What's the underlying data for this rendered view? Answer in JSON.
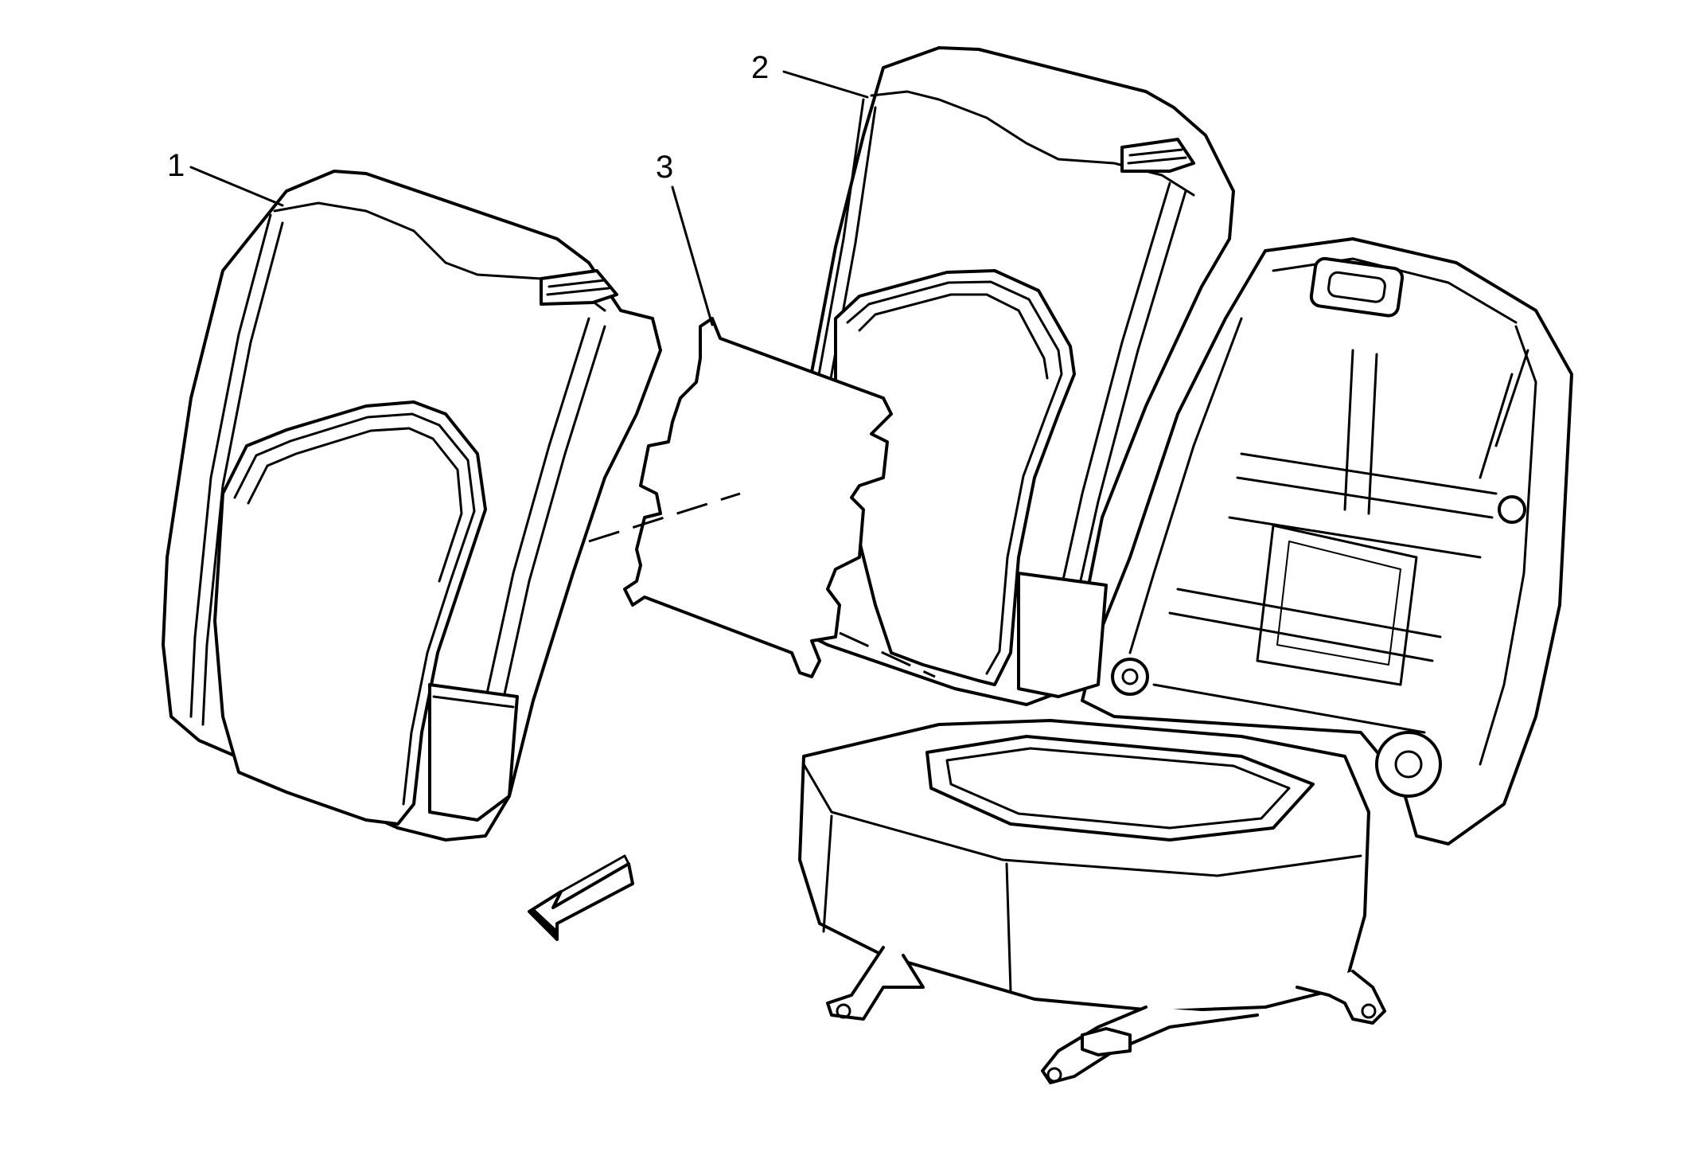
{
  "callouts": {
    "c1": "1",
    "c2": "2",
    "c3": "3"
  },
  "colors": {
    "line": "#000000",
    "background": "#ffffff"
  }
}
